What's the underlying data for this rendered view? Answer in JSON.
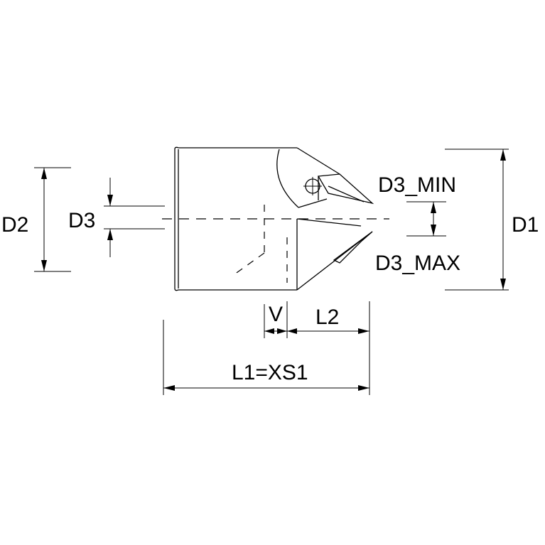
{
  "labels": {
    "d1": "D1",
    "d2": "D2",
    "d3": "D3",
    "d3_min": "D3_MIN",
    "d3_max": "D3_MAX",
    "v": "V",
    "l2": "L2",
    "l1": "L1=XS1"
  }
}
